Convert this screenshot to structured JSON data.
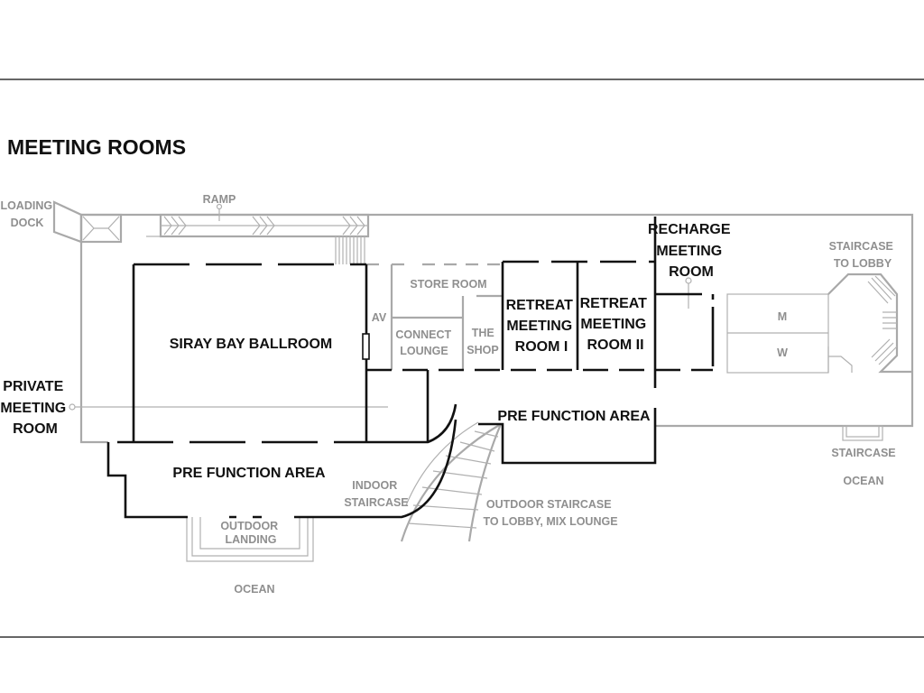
{
  "title": "MEETING ROOMS",
  "rooms": {
    "ballroom": "SIRAY BAY BALLROOM",
    "private": [
      "PRIVATE",
      "MEETING",
      "ROOM"
    ],
    "retreat1": [
      "RETREAT",
      "MEETING",
      "ROOM I"
    ],
    "retreat2": [
      "RETREAT",
      "MEETING",
      "ROOM II"
    ],
    "recharge": [
      "RECHARGE",
      "MEETING",
      "ROOM"
    ],
    "prefunction_left": "PRE FUNCTION AREA",
    "prefunction_right": "PRE FUNCTION AREA"
  },
  "areas": {
    "loading_dock": [
      "LOADING",
      "DOCK"
    ],
    "ramp": "RAMP",
    "av": "AV",
    "store_room": "STORE ROOM",
    "connect_lounge": [
      "CONNECT",
      "LOUNGE"
    ],
    "the_shop": [
      "THE",
      "SHOP"
    ],
    "men": "M",
    "women": "W",
    "staircase_lobby": [
      "STAIRCASE",
      "TO LOBBY"
    ],
    "staircase": "STAIRCASE",
    "ocean_right": "OCEAN",
    "indoor_staircase": [
      "INDOOR",
      "STAIRCASE"
    ],
    "outdoor_staircase": [
      "OUTDOOR STAIRCASE",
      "TO LOBBY, MIX LOUNGE"
    ],
    "outdoor_landing": [
      "OUTDOOR",
      "LANDING"
    ],
    "ocean_bottom": "OCEAN"
  }
}
